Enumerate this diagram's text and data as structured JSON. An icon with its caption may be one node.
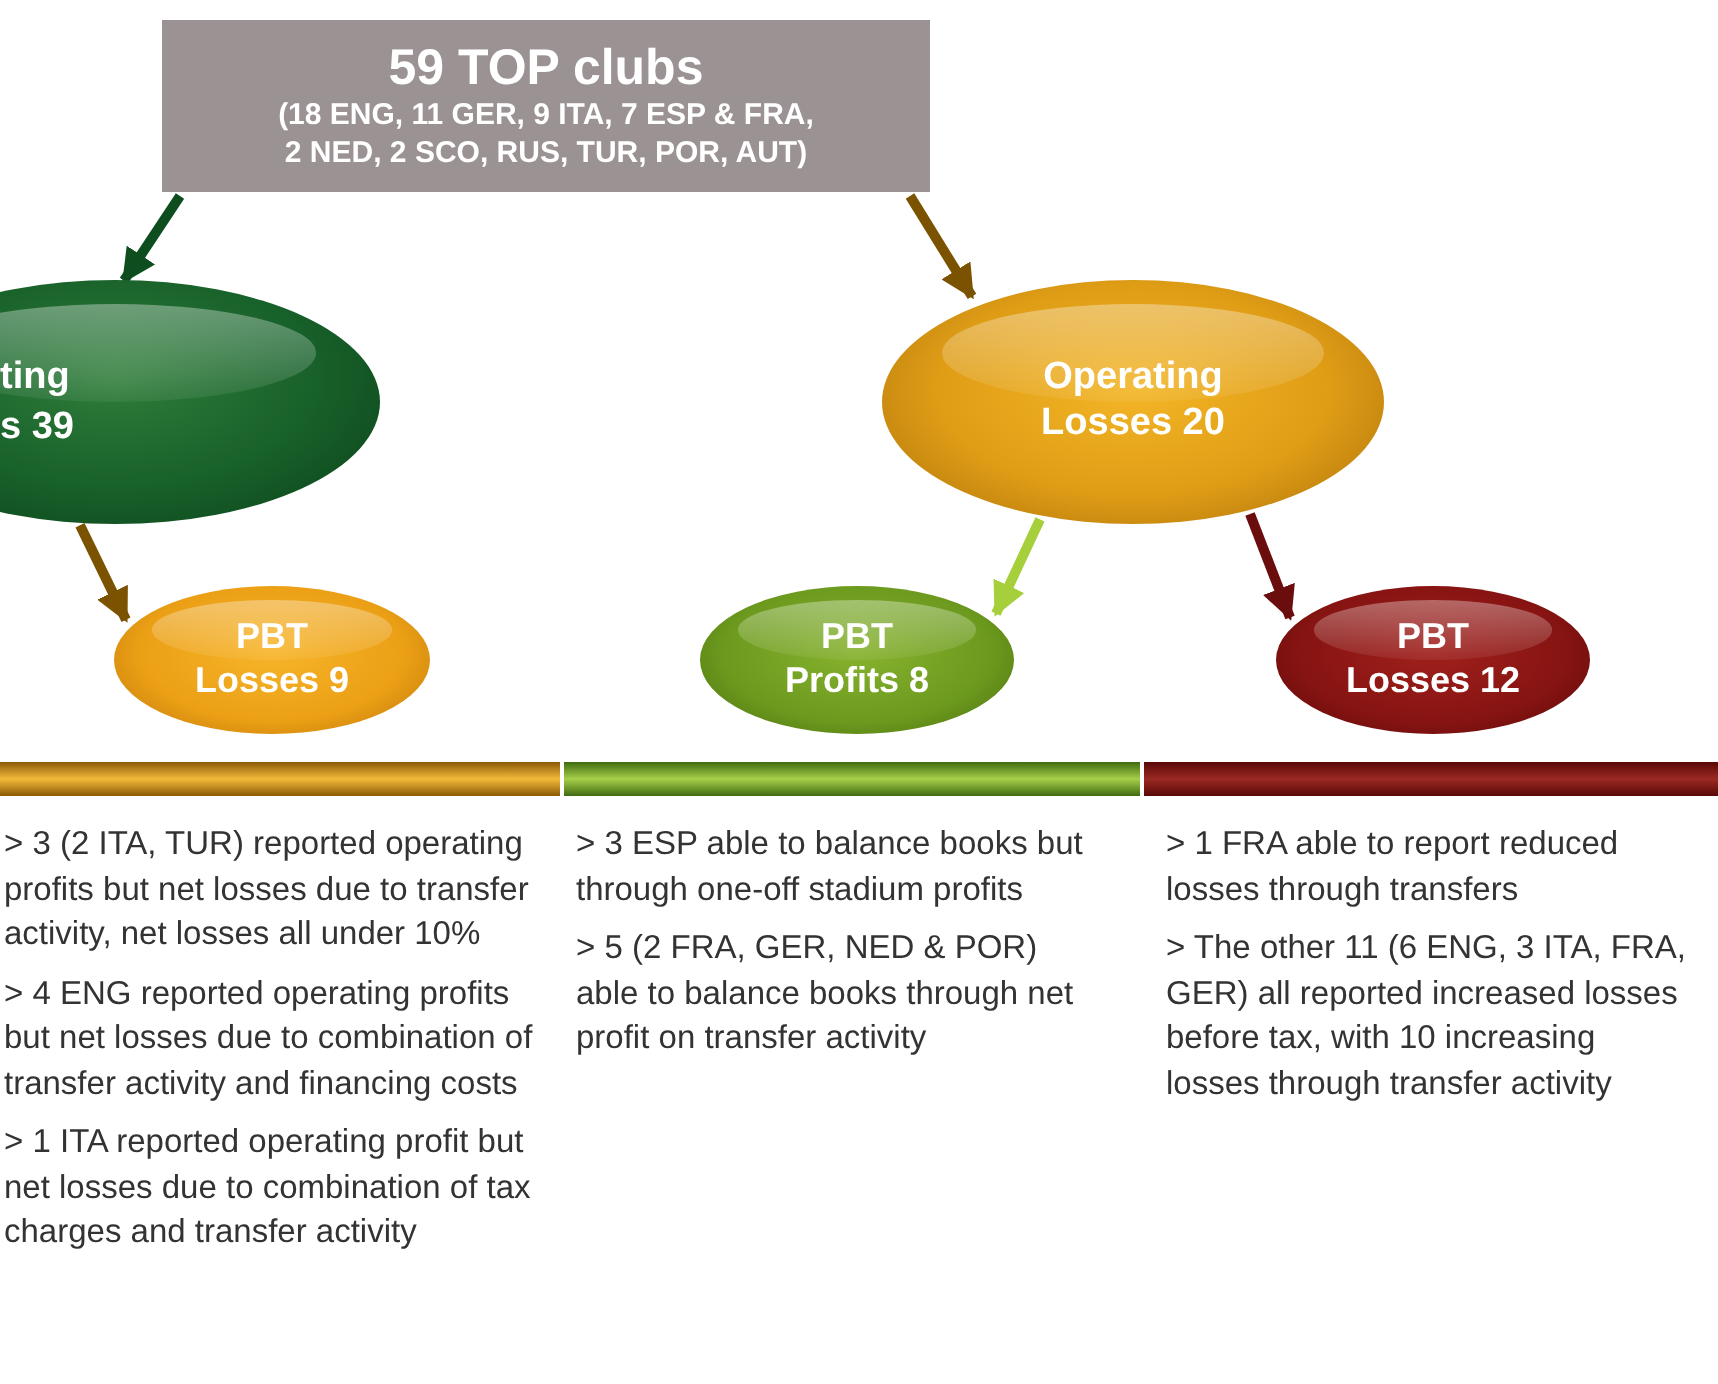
{
  "diagram": {
    "nodes": [
      {
        "text": [
          "59 TOP clubs",
          "(18 ENG, 11 GER, 9 ITA, 7 ESP & FRA, 2 NED, 2 SCO, RUS, TUR, POR, AUT)"
        ]
      },
      {
        "text": [
          "ting",
          "s 39"
        ]
      },
      {
        "text": [
          "Operating Losses 20"
        ]
      },
      {
        "text": [
          "PBT Losses 9"
        ]
      },
      {
        "text": [
          "PBT Profits 8"
        ]
      },
      {
        "text": [
          "PBT Losses 12"
        ]
      },
      {
        "text": [],
        "shape": "bar"
      },
      {
        "text": [],
        "shape": "bar"
      },
      {
        "text": [],
        "shape": "bar"
      }
    ],
    "edges": [
      {
        "from": 0,
        "to": 1,
        "arrow": "to",
        "color": "#0d4d1e"
      },
      {
        "from": 0,
        "to": 2,
        "arrow": "to",
        "color": "#7a5200"
      },
      {
        "from": 1,
        "to": 3,
        "arrow": "to",
        "color": "#7a5200"
      },
      {
        "from": 2,
        "to": 4,
        "arrow": "to",
        "color": "#a6cf3c"
      },
      {
        "from": 2,
        "to": 5,
        "arrow": "to",
        "color": "#6b0d0d"
      }
    ],
    "labels": [
      "> 3 (2 ITA, TUR) reported operating profits but net losses due to transfer activity, net losses all under 10%",
      "> 4 ENG reported operating profits but net losses due to combination of transfer activity and financing costs",
      "> 1 ITA reported operating profit but net losses due to combination of tax charges and transfer activity",
      "> 3 ESP able to balance books but through one-off stadium profits",
      "> 5 (2 FRA, GER, NED & POR) able to balance books through net profit on transfer activity",
      "> 1 FRA able to report reduced losses through transfers",
      "> The other 11 (6 ENG, 3 ITA, FRA, GER) all reported increased losses before tax, with 10 increasing losses through transfer activity"
    ]
  }
}
